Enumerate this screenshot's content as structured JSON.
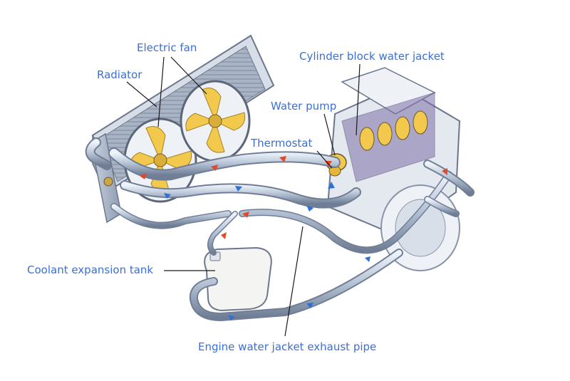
{
  "labels": {
    "electric_fan": "Electric fan",
    "radiator": "Radiator",
    "cylinder_block_water_jacket": "Cylinder block water jacket",
    "water_pump": "Water pump",
    "thermostat": "Thermostat",
    "coolant_expansion_tank": "Coolant expansion tank",
    "engine_water_jacket_exhaust_pipe": "Engine water jacket exhaust pipe"
  },
  "colors": {
    "label_text": "#3b6fd4",
    "leader_line": "#1a1a1a",
    "pipe": "#a9b6c9",
    "pipe_highlight": "#e6edf6",
    "hot_flow": "#e04a2a",
    "cold_flow": "#2f6fd6",
    "fan_blade": "#f2c94c"
  }
}
